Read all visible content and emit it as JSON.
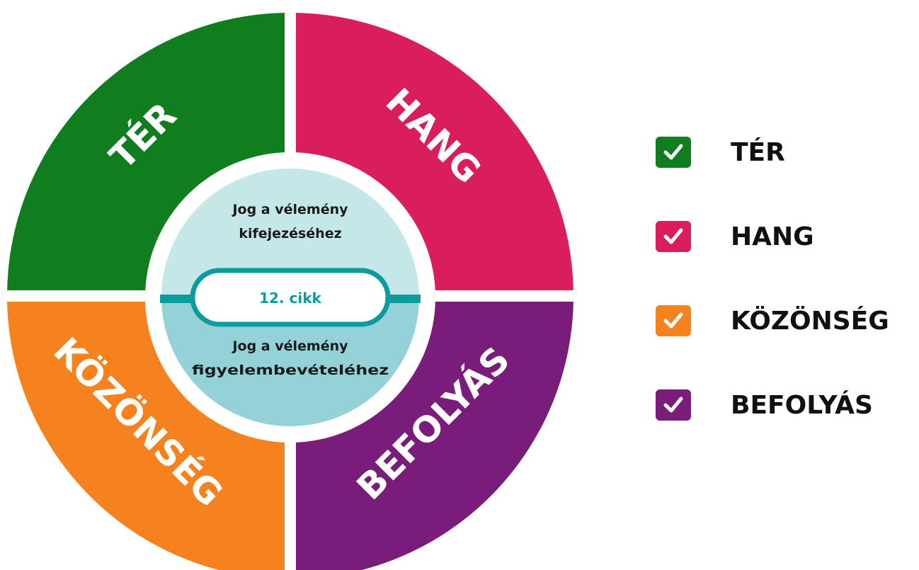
{
  "colors": {
    "ter": "#107E1E",
    "hang": "#DA1E5B",
    "kozonseg": "#F5821F",
    "befolyas": "#7A1D7A",
    "center_top": "#C5E7E8",
    "center_bottom": "#94D2D7",
    "teal": "#0E9BA0",
    "separator": "#ffffff"
  },
  "quadrants": {
    "ter": "TÉR",
    "hang": "HANG",
    "kozonseg": "KÖZÖNSÉG",
    "befolyas": "BEFOLYÁS"
  },
  "center": {
    "top_line1": "Jog a vélemény",
    "top_line2": "kifejezéséhez",
    "pill": "12. cikk",
    "bottom_line1": "Jog a vélemény",
    "bottom_line2": "figyelembevételéhez"
  },
  "legend": [
    {
      "label": "TÉR",
      "color": "#107E1E",
      "icon": "checkmark-icon"
    },
    {
      "label": "HANG",
      "color": "#DA1E5B",
      "icon": "checkmark-icon"
    },
    {
      "label": "KÖZÖNSÉG",
      "color": "#F5821F",
      "icon": "checkmark-icon"
    },
    {
      "label": "BEFOLYÁS",
      "color": "#7A1D7A",
      "icon": "checkmark-icon"
    }
  ]
}
